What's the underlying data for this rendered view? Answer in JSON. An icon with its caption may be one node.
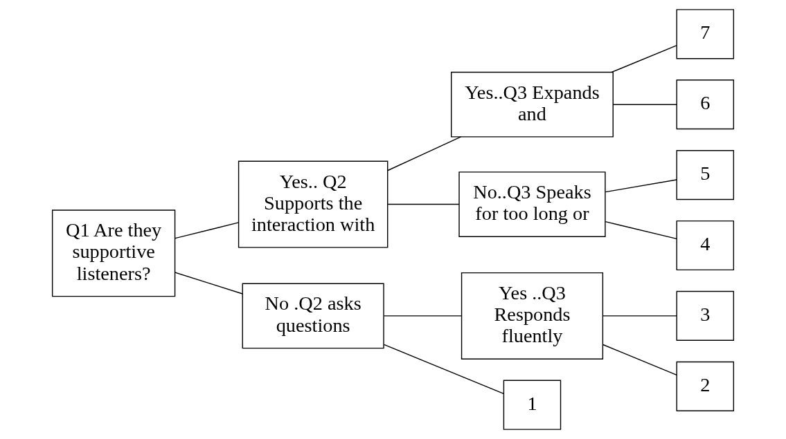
{
  "diagram": {
    "nodes": [
      {
        "text": [
          "Q1 Are they supportive listeners?"
        ]
      },
      {
        "text": [
          "Yes.. Q2 Supports the interaction with"
        ]
      },
      {
        "text": [
          "No .Q2 asks questions"
        ]
      },
      {
        "text": [
          "Yes..Q3 Expands and"
        ]
      },
      {
        "text": [
          "No..Q3 Speaks for too long or"
        ]
      },
      {
        "text": [
          "Yes ..Q3 Responds fluently"
        ]
      },
      {
        "text": [
          "7"
        ]
      },
      {
        "text": [
          "6"
        ]
      },
      {
        "text": [
          "5"
        ]
      },
      {
        "text": [
          "4"
        ]
      },
      {
        "text": [
          "3"
        ]
      },
      {
        "text": [
          "2"
        ]
      },
      {
        "text": [
          "1"
        ]
      }
    ],
    "edges": [
      {
        "from": 0,
        "to": 1,
        "arrow": "none"
      },
      {
        "from": 0,
        "to": 2,
        "arrow": "none"
      },
      {
        "from": 1,
        "to": 3,
        "arrow": "none"
      },
      {
        "from": 1,
        "to": 4,
        "arrow": "none"
      },
      {
        "from": 3,
        "to": 6,
        "arrow": "none"
      },
      {
        "from": 3,
        "to": 7,
        "arrow": "none"
      },
      {
        "from": 4,
        "to": 8,
        "arrow": "none"
      },
      {
        "from": 4,
        "to": 9,
        "arrow": "none"
      },
      {
        "from": 2,
        "to": 5,
        "arrow": "none"
      },
      {
        "from": 2,
        "to": 12,
        "arrow": "none"
      },
      {
        "from": 5,
        "to": 10,
        "arrow": "none"
      },
      {
        "from": 5,
        "to": 11,
        "arrow": "none"
      }
    ]
  }
}
